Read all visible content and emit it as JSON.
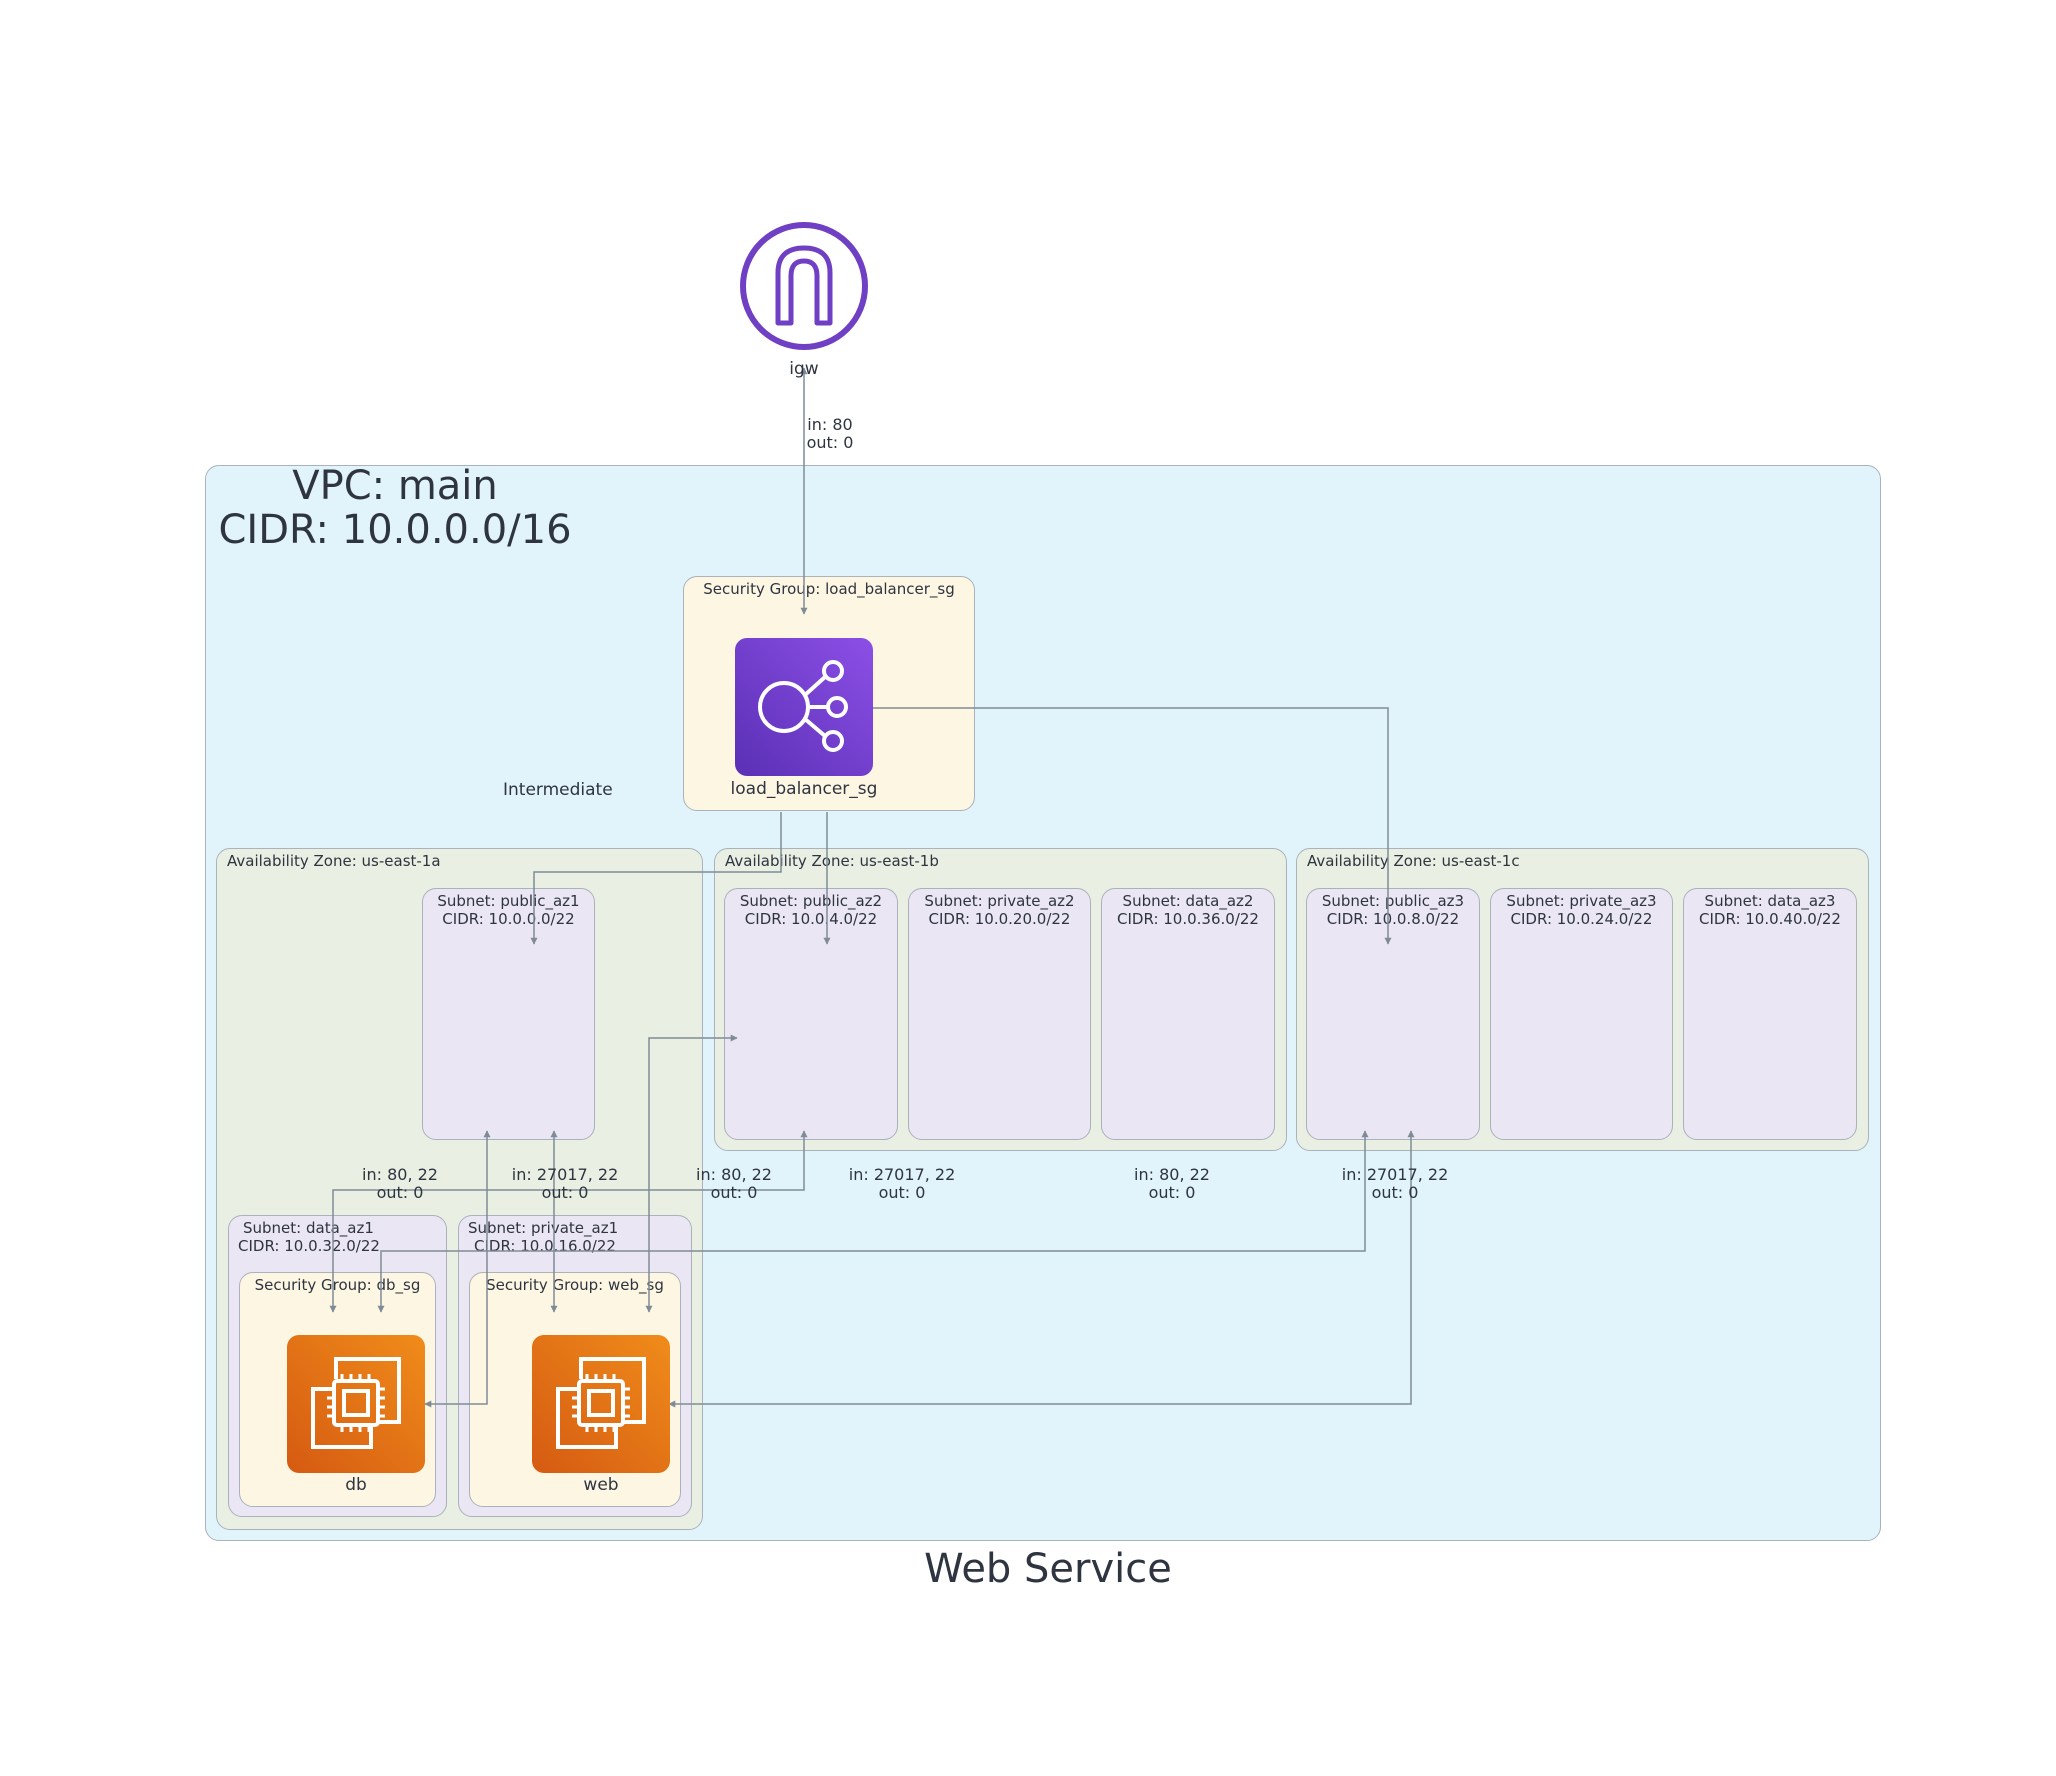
{
  "title": "Web Service",
  "vpc": {
    "title_line1": "VPC: main",
    "title_line2": "CIDR: 10.0.0.0/16"
  },
  "intermediate_label": "Intermediate",
  "igw": {
    "label": "igw",
    "icon": "internet-gateway-icon"
  },
  "load_balancer": {
    "sg_label": "Security Group: load_balancer_sg",
    "label": "load_balancer_sg",
    "icon": "elastic-load-balancer-icon"
  },
  "azs": [
    {
      "label": "Availability Zone: us-east-1a",
      "subnets": [
        {
          "name": "Subnet: public_az1",
          "cidr": "CIDR: 10.0.0.0/22"
        },
        {
          "name": "Subnet: data_az1",
          "cidr": "CIDR: 10.0.32.0/22",
          "sg_label": "Security Group: db_sg",
          "node_label": "db"
        },
        {
          "name": "Subnet: private_az1",
          "cidr": "CIDR: 10.0.16.0/22",
          "sg_label": "Security Group: web_sg",
          "node_label": "web"
        }
      ]
    },
    {
      "label": "Availability Zone: us-east-1b",
      "subnets": [
        {
          "name": "Subnet: public_az2",
          "cidr": "CIDR: 10.0.4.0/22"
        },
        {
          "name": "Subnet: private_az2",
          "cidr": "CIDR: 10.0.20.0/22"
        },
        {
          "name": "Subnet: data_az2",
          "cidr": "CIDR: 10.0.36.0/22"
        }
      ]
    },
    {
      "label": "Availability Zone: us-east-1c",
      "subnets": [
        {
          "name": "Subnet: public_az3",
          "cidr": "CIDR: 10.0.8.0/22"
        },
        {
          "name": "Subnet: private_az3",
          "cidr": "CIDR: 10.0.24.0/22"
        },
        {
          "name": "Subnet: data_az3",
          "cidr": "CIDR: 10.0.40.0/22"
        }
      ]
    }
  ],
  "edge_labels": {
    "igw_lb": {
      "line1": "in: 80",
      "line2": "out: 0"
    },
    "e1": {
      "line1": "in: 80, 22",
      "line2": "out: 0"
    },
    "e2": {
      "line1": "in: 27017, 22",
      "line2": "out: 0"
    },
    "e3": {
      "line1": "in: 80, 22",
      "line2": "out: 0"
    },
    "e4": {
      "line1": "in: 27017, 22",
      "line2": "out: 0"
    },
    "e5": {
      "line1": "in: 80, 22",
      "line2": "out: 0"
    },
    "e6": {
      "line1": "in: 27017, 22",
      "line2": "out: 0"
    }
  },
  "colors": {
    "vpc_bg": "#e1f3fb",
    "az_bg": "#e9f0e3",
    "subnet_bg": "#ebe6f4",
    "sg_bg": "#fdf6e3",
    "edge": "#7f8c96",
    "igw": "#6f3fc4",
    "elb_top": "#8c4fe6",
    "elb_bottom": "#5a30b5",
    "ec2_top": "#f08c1a",
    "ec2_bottom": "#d55a12"
  }
}
